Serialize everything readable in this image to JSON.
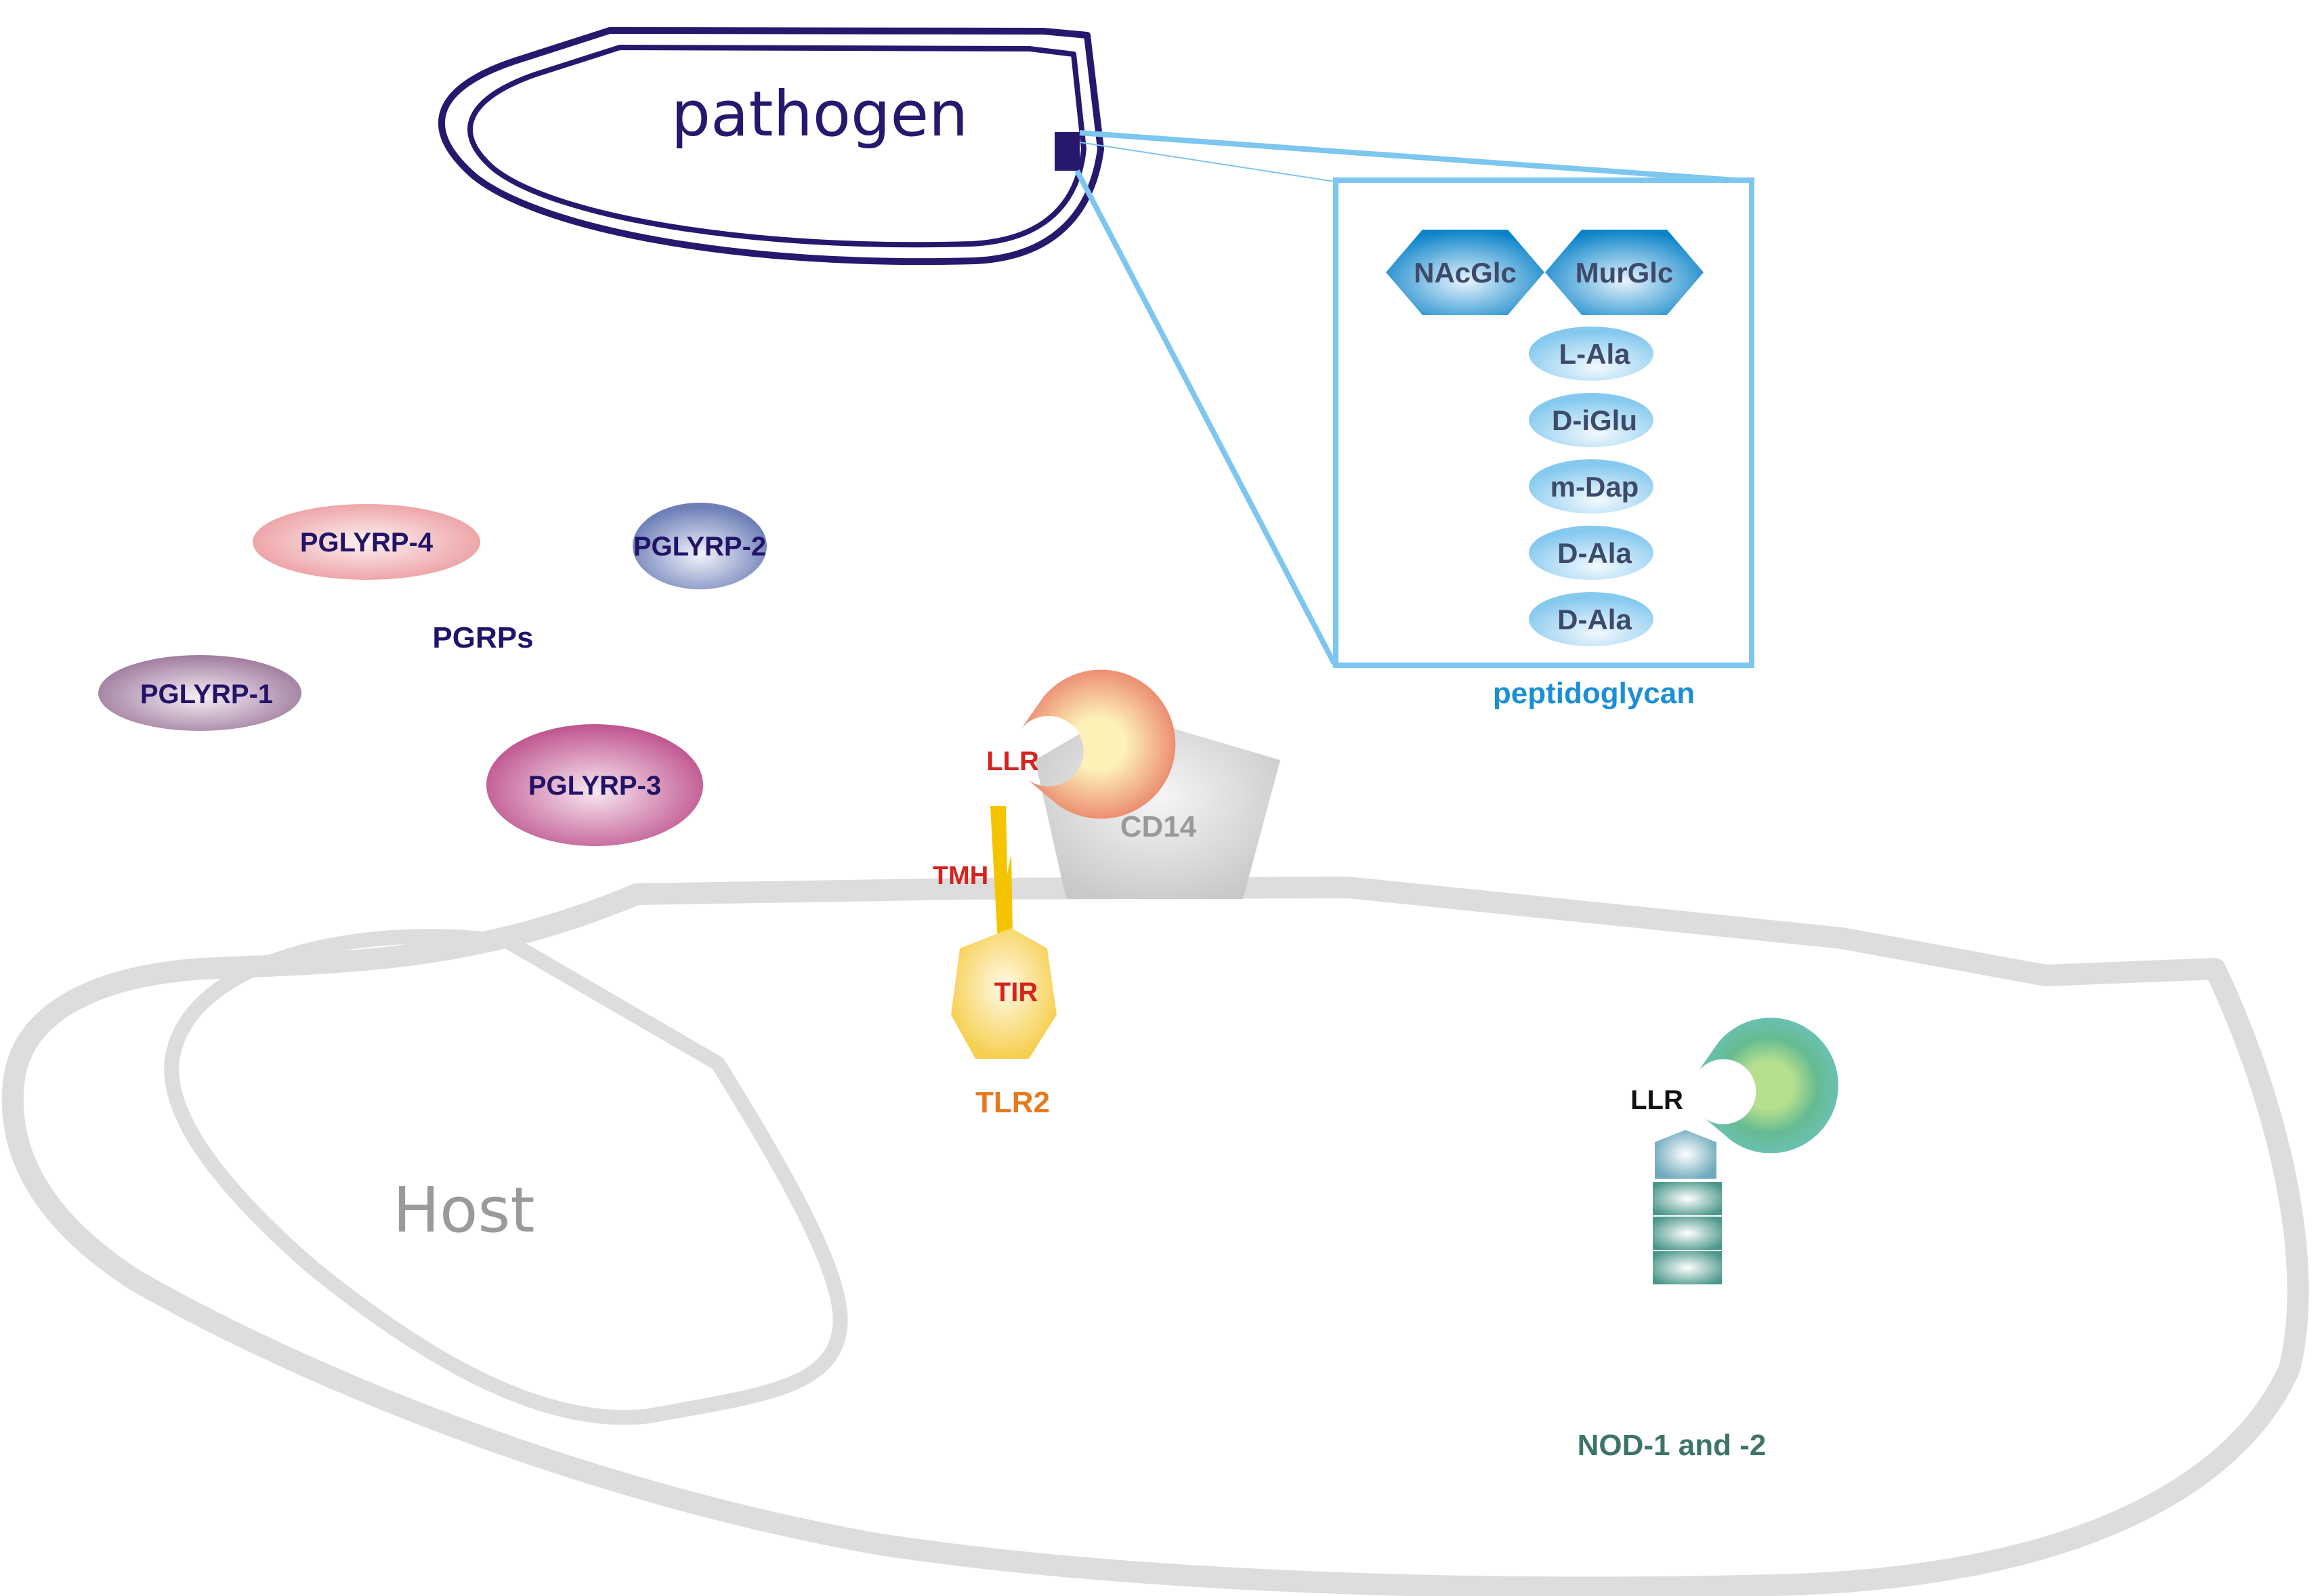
{
  "pathogen": {
    "label": "pathogen",
    "color": "#27186e"
  },
  "peptidoglycan": {
    "title": "peptidoglycan",
    "title_color": "#1b8fd6",
    "box_color": "#7cc6ef",
    "sugars": [
      "NAcGlc",
      "MurGlc"
    ],
    "peptides": [
      "L-Ala",
      "D-iGlu",
      "m-Dap",
      "D-Ala",
      "D-Ala"
    ],
    "text_color": "#3d4a6c"
  },
  "pgrps": {
    "group_label": "PGRPs",
    "label_color": "#231368",
    "proteins": [
      {
        "id": "pglyrp-4",
        "label": "PGLYRP-4",
        "color": "#ec9ea1"
      },
      {
        "id": "pglyrp-2",
        "label": "PGLYRP-2",
        "color": "#7183b9"
      },
      {
        "id": "pglyrp-1",
        "label": "PGLYRP-1",
        "color": "#a07e9f"
      },
      {
        "id": "pglyrp-3",
        "label": "PGLYRP-3",
        "color": "#c0568f"
      }
    ]
  },
  "tlr2": {
    "name": "TLR2",
    "name_color": "#e57a1c",
    "llr_label": "LLR",
    "tmh_label": "TMH",
    "tir_label": "TIR",
    "domain_label_color": "#d6231e"
  },
  "cd14": {
    "label": "CD14",
    "text_color": "#999999"
  },
  "nod": {
    "name": "NOD-1 and -2",
    "name_color": "#3d7469",
    "llr_label": "LLR",
    "llr_text_color": "#111111"
  },
  "host": {
    "label": "Host",
    "label_color": "#9a9a9a",
    "membrane_color": "#dddddd"
  }
}
